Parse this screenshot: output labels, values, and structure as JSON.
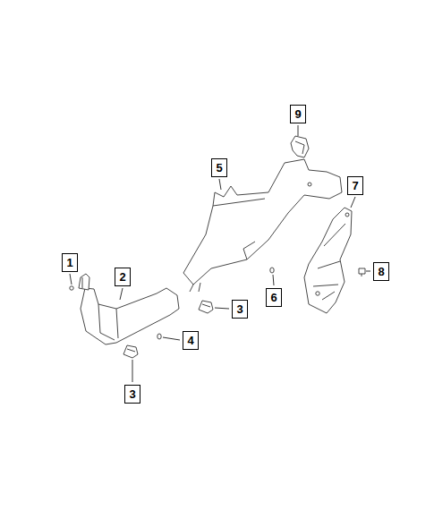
{
  "diagram": {
    "nodes": [
      {
        "text": [
          "9"
        ]
      },
      {
        "text": [
          "5"
        ]
      },
      {
        "text": [
          "7"
        ]
      },
      {
        "text": [
          "1"
        ]
      },
      {
        "text": [
          "2"
        ]
      },
      {
        "text": [
          "8"
        ]
      },
      {
        "text": [
          "6"
        ]
      },
      {
        "text": [
          "3"
        ]
      },
      {
        "text": [
          "4"
        ]
      },
      {
        "text": [
          "3"
        ]
      }
    ]
  }
}
